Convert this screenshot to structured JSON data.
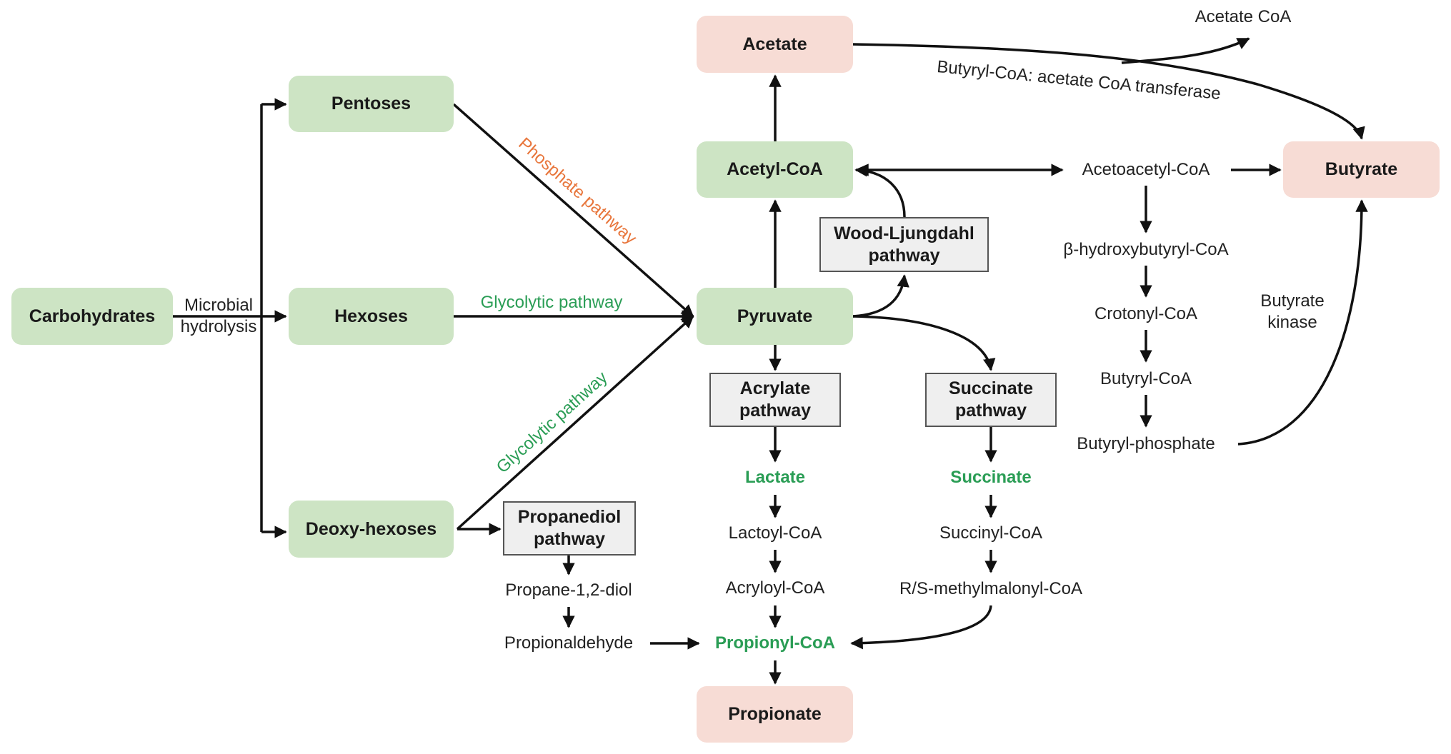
{
  "diagram": {
    "nodes": {
      "carbohydrates": "Carbohydrates",
      "pentoses": "Pentoses",
      "hexoses": "Hexoses",
      "deoxy_hexoses": "Deoxy-hexoses",
      "acetate": "Acetate",
      "acetyl_coa": "Acetyl-CoA",
      "pyruvate": "Pyruvate",
      "butyrate": "Butyrate",
      "propionate": "Propionate"
    },
    "pathway_boxes": {
      "wood_ljungdahl": [
        "Wood-Ljungdahl",
        "pathway"
      ],
      "acrylate": [
        "Acrylate",
        "pathway"
      ],
      "succinate": [
        "Succinate",
        "pathway"
      ],
      "propanediol": [
        "Propanediol",
        "pathway"
      ]
    },
    "edge_labels": {
      "microbial_hydrolysis": [
        "Microbial",
        "hydrolysis"
      ],
      "phosphate_pathway": "Phosphate pathway",
      "glycolytic_pathway_hexoses": "Glycolytic pathway",
      "glycolytic_pathway_deoxy": "Glycolytic pathway",
      "acetate_coa_transferase": "Butyryl-CoA: acetate CoA transferase",
      "butyrate_kinase": [
        "Butyrate",
        "kinase"
      ]
    },
    "intermediates": {
      "acetate_coa": "Acetate CoA",
      "acetoacetyl_coa": "Acetoacetyl-CoA",
      "hydroxybutyryl_coa": "β-hydroxybutyryl-CoA",
      "crotonyl_coa": "Crotonyl-CoA",
      "butyryl_coa": "Butyryl-CoA",
      "butyryl_phosphate": "Butyryl-phosphate",
      "lactate": "Lactate",
      "lactoyl_coa": "Lactoyl-CoA",
      "acryloyl_coa": "Acryloyl-CoA",
      "propionyl_coa": "Propionyl-CoA",
      "succinate": "Succinate",
      "succinyl_coa": "Succinyl-CoA",
      "methylmalonyl_coa": "R/S-methylmalonyl-CoA",
      "propane_diol": "Propane-1,2-diol",
      "propionaldehyde": "Propionaldehyde"
    },
    "colors": {
      "substrate_box": "#cde4c4",
      "product_box": "#f7dcd5",
      "pathway_box": "#efefef",
      "green_text": "#2a9d55",
      "orange_text": "#e8763c"
    }
  }
}
